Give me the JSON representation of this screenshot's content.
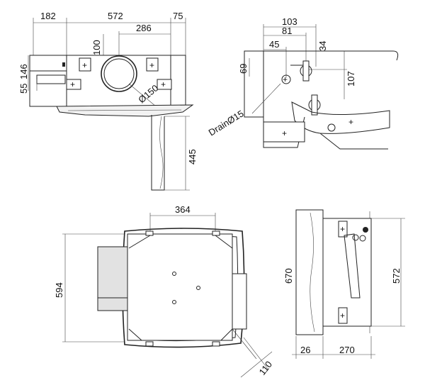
{
  "views": {
    "front": {
      "dims": {
        "d182": "182",
        "d572": "572",
        "d75": "75",
        "d286": "286",
        "d100": "100",
        "d146": "146",
        "d55": "55",
        "dia150": "Ø150",
        "d445": "445"
      }
    },
    "side": {
      "dims": {
        "d103": "103",
        "d81": "81",
        "d45": "45",
        "d34": "34",
        "d69": "69",
        "d107": "107",
        "drain": "DrainØ15"
      }
    },
    "top": {
      "dims": {
        "d364": "364",
        "d594": "594",
        "d110": "110"
      }
    },
    "end": {
      "dims": {
        "d670": "670",
        "d572b": "572",
        "d26": "26",
        "d270": "270"
      }
    }
  }
}
